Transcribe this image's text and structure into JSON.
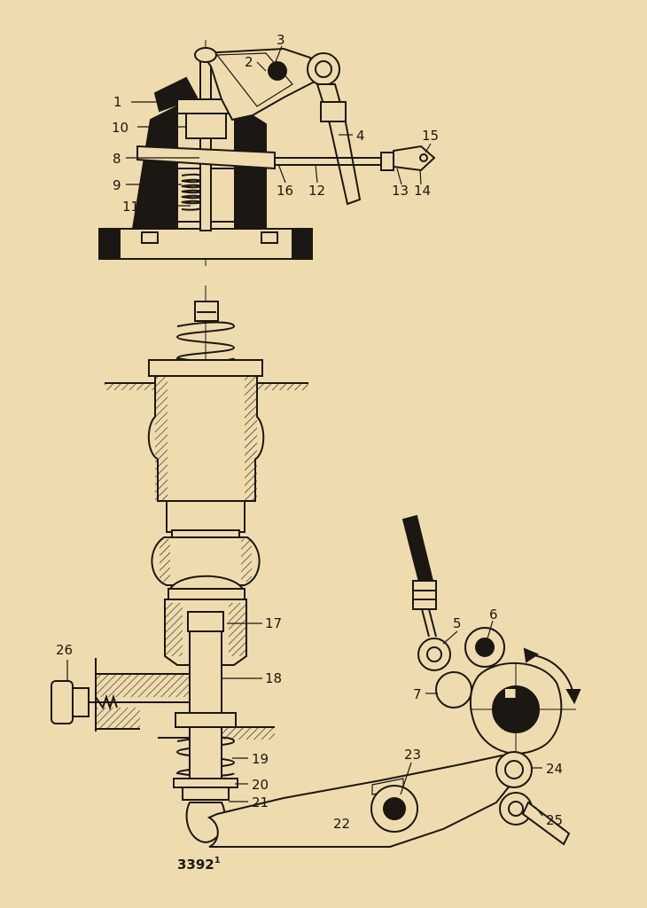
{
  "labels": {
    "l1": "1",
    "l2": "2",
    "l3": "3",
    "l4": "4",
    "l5": "5",
    "l6": "6",
    "l7": "7",
    "l8": "8",
    "l9": "9",
    "l10": "10",
    "l11": "11",
    "l12": "12",
    "l13": "13",
    "l14": "14",
    "l15": "15",
    "l16": "16",
    "l17": "17",
    "l18": "18",
    "l19": "19",
    "l20": "20",
    "l21": "21",
    "l22": "22",
    "l23": "23",
    "l24": "24",
    "l25": "25",
    "l26": "26"
  },
  "figure_number": {
    "main": "3392",
    "superscript": "1"
  },
  "colors": {
    "paper": "#efdcae",
    "ink": "#1b1712"
  }
}
